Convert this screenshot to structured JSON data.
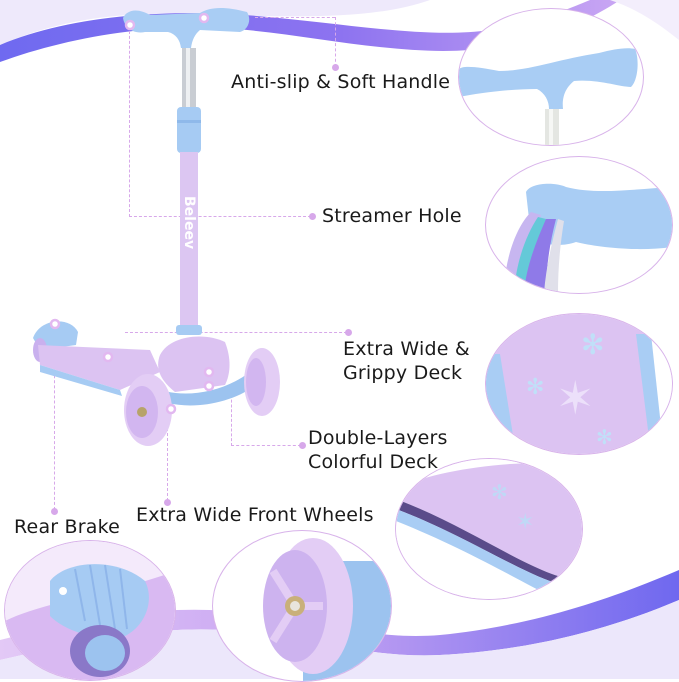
{
  "brand": {
    "logo_text": "Beleev"
  },
  "colors": {
    "handle_blue": "#a9cdf4",
    "stem_purple": "#dcc6f2",
    "deck_purple": "#dcc3f2",
    "wheel_purple": "#e3cdf5",
    "base_blue": "#9cc3ef",
    "swoosh_violet": "#7a6cf0",
    "swoosh_lilac": "#c7a4f2",
    "pale_lavender": "#eee9fb",
    "dashed_line": "#d7a8ea"
  },
  "features": [
    {
      "id": "handle",
      "label": "Anti-slip & Soft Handle"
    },
    {
      "id": "streamer",
      "label": "Streamer Hole"
    },
    {
      "id": "deck",
      "label_line1": "Extra Wide &",
      "label_line2": "Grippy Deck"
    },
    {
      "id": "double_deck",
      "label_line1": "Double-Layers",
      "label_line2": "Colorful Deck"
    },
    {
      "id": "front_wheels",
      "label": "Extra Wide Front Wheels"
    },
    {
      "id": "rear_brake",
      "label": "Rear Brake"
    }
  ]
}
